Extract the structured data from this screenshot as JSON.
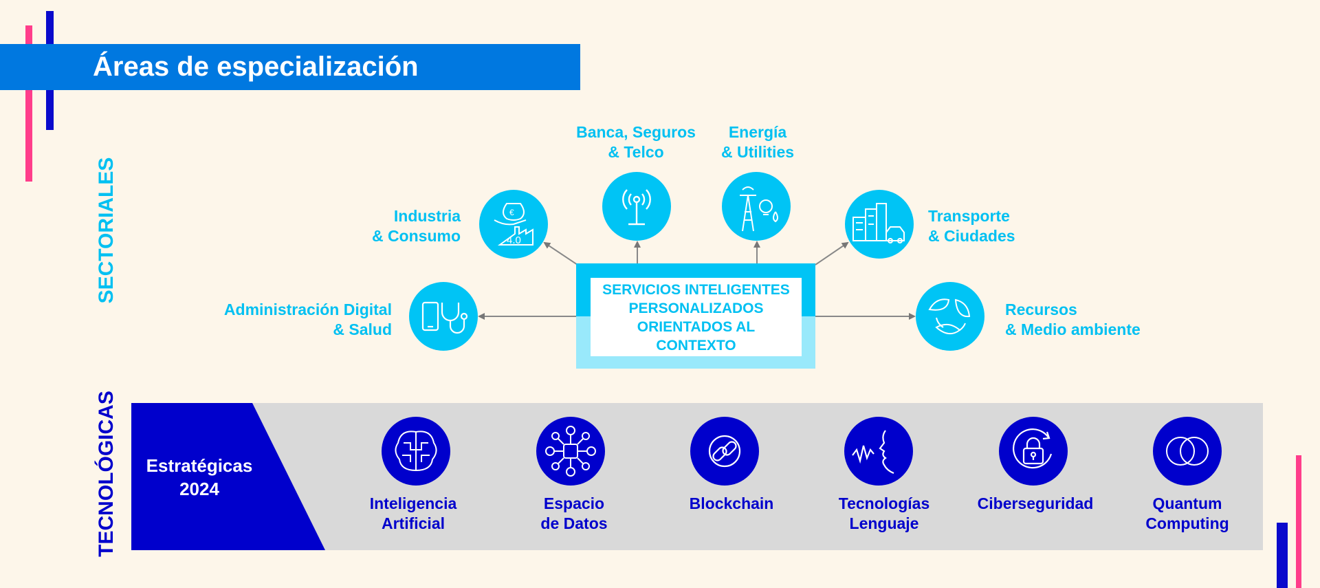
{
  "page": {
    "title": "Áreas de especialización"
  },
  "colors": {
    "background": "#fdf6ea",
    "title_bar": "#0078e0",
    "sector_cyan": "#00c4f5",
    "tech_blue": "#0000cc",
    "accent_pink": "#ff3d8b",
    "band_gray": "#d9d9d9"
  },
  "sectoriales": {
    "heading": "SECTORIALES",
    "center": {
      "lines": [
        "SERVICIOS INTELIGENTES",
        "PERSONALIZADOS",
        "ORIENTADOS AL",
        "CONTEXTO"
      ]
    },
    "sectors": [
      {
        "lines": [
          "Administración Digital",
          "& Salud"
        ],
        "icon": "phone-stethoscope-icon"
      },
      {
        "lines": [
          "Industria",
          "& Consumo"
        ],
        "icon": "factory-money-icon"
      },
      {
        "lines": [
          "Banca, Seguros",
          "& Telco"
        ],
        "icon": "antenna-icon"
      },
      {
        "lines": [
          "Energía",
          "& Utilities"
        ],
        "icon": "energy-tower-icon"
      },
      {
        "lines": [
          "Transporte",
          "& Ciudades"
        ],
        "icon": "city-car-icon"
      },
      {
        "lines": [
          "Recursos",
          "& Medio ambiente"
        ],
        "icon": "leaves-recycle-icon"
      }
    ],
    "industria_badge": "4.0"
  },
  "tecnologicas": {
    "heading": "TECNOLÓGICAS",
    "badge_lines": [
      "Estratégicas",
      "2024"
    ],
    "items": [
      {
        "lines": [
          "Inteligencia",
          "Artificial"
        ],
        "icon": "brain-icon"
      },
      {
        "lines": [
          "Espacio",
          "de Datos"
        ],
        "icon": "data-network-icon"
      },
      {
        "lines": [
          "Blockchain"
        ],
        "icon": "chain-link-icon"
      },
      {
        "lines": [
          "Tecnologías",
          "Lenguaje"
        ],
        "icon": "speaking-face-icon"
      },
      {
        "lines": [
          "Ciberseguridad"
        ],
        "icon": "padlock-icon"
      },
      {
        "lines": [
          "Quantum",
          "Computing"
        ],
        "icon": "overlapping-circles-icon"
      }
    ]
  }
}
